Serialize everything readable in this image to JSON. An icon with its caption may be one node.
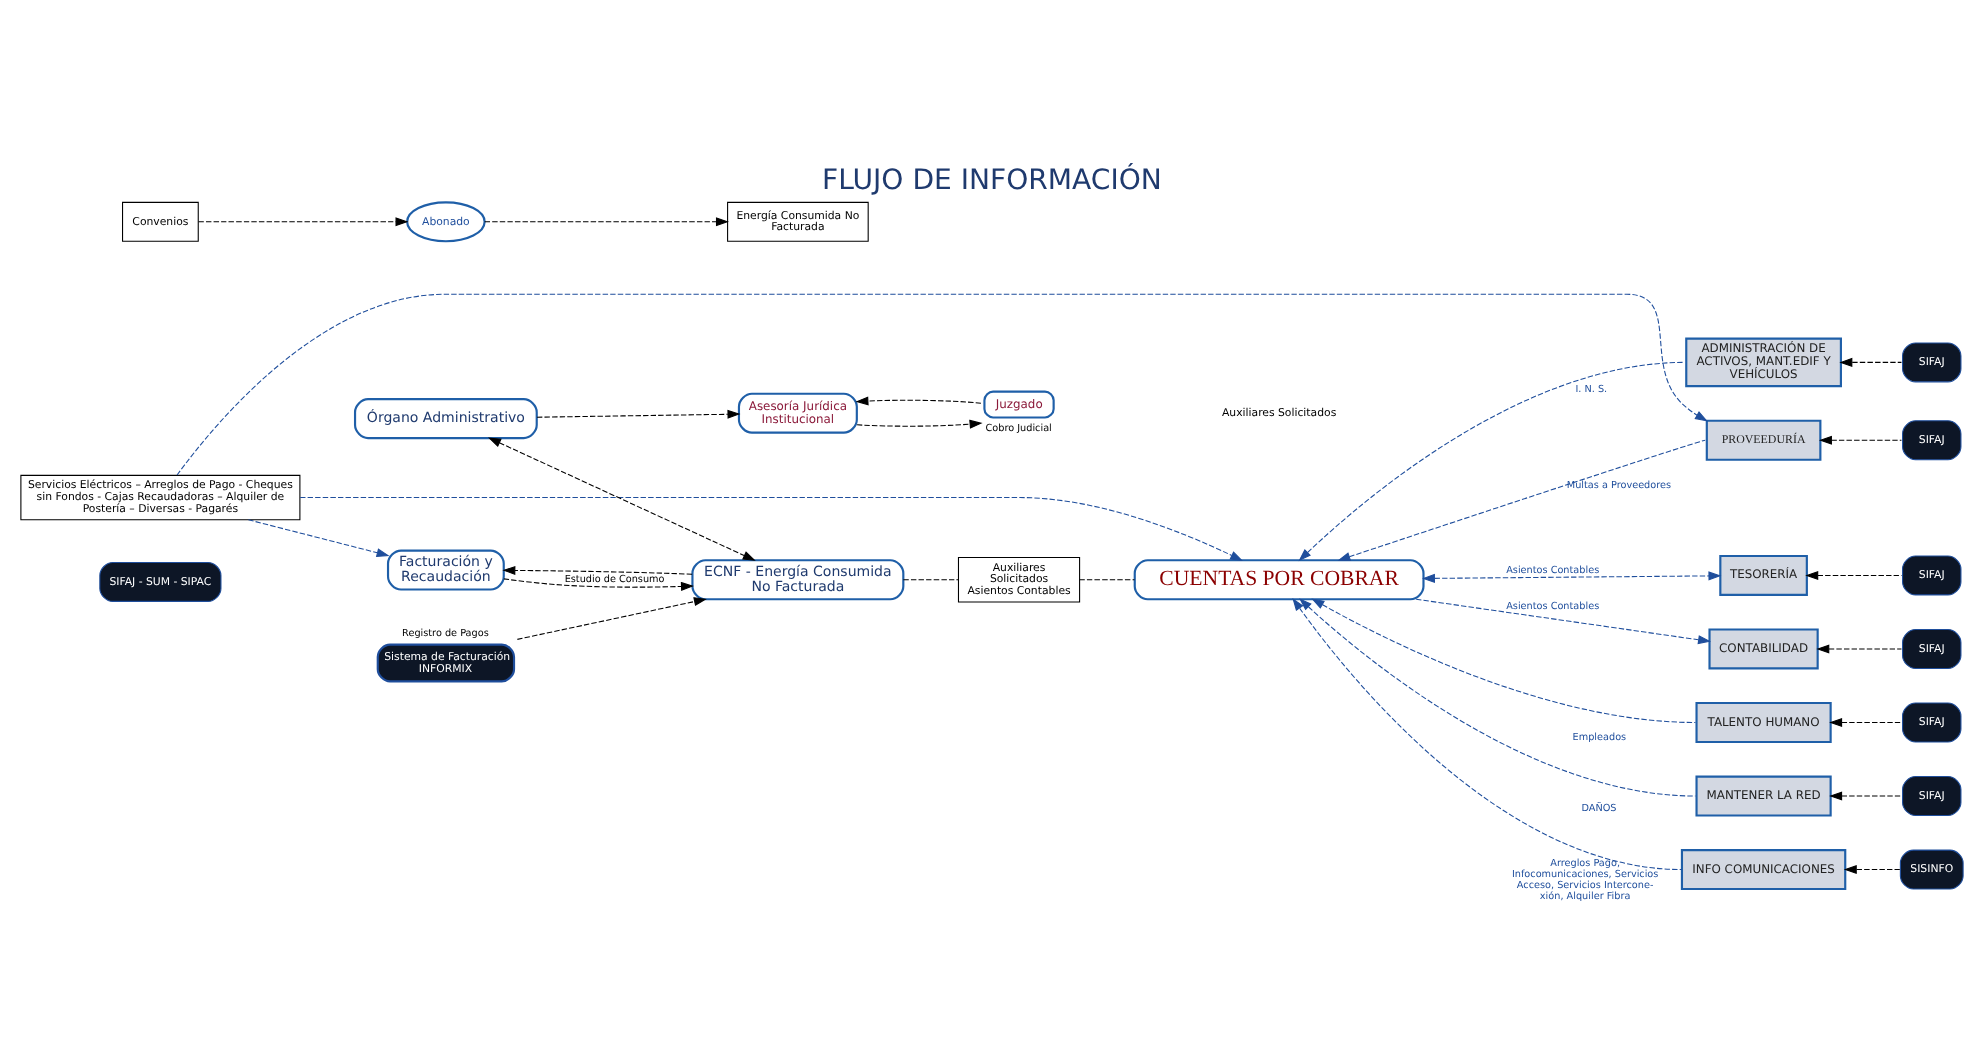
{
  "diagram": {
    "title": "FLUJO DE INFORMACIÓN",
    "nodes": [
      {
        "text": [
          "SIFAJ - SUM - SIPAC"
        ]
      },
      {
        "text": [
          "Facturación y Recaudación"
        ]
      },
      {
        "text": [
          "Servicios Eléctricos – Arreglos de Pago - Cheques sin Fondos - Cajas Recaudadoras – Alquiler de Postería – Diversas - Pagarés"
        ]
      },
      {
        "text": [
          "Sistema de Facturación INFORMIX"
        ],
        "beside": [
          "Registro de Pagos"
        ]
      },
      {
        "text": [
          "Órgano Administrativo"
        ]
      },
      {
        "text": [
          "ECNF - Energía Consumida No Facturada"
        ]
      },
      {
        "text": [
          "Auxiliares Solicitados Asientos Contables"
        ]
      },
      {
        "text": [
          "Energía Consumida No Facturada"
        ]
      },
      {
        "text": [
          "CUENTAS POR COBRAR"
        ]
      },
      {
        "text": [
          "Asesoría Jurídica Institucional"
        ]
      },
      {
        "text": [
          "Juzgado"
        ],
        "beside": [
          "Cobro Judicial"
        ]
      },
      {
        "text": [
          "Convenios"
        ]
      },
      {
        "text": [
          "Abonado"
        ]
      },
      {
        "text": [
          "PROVEEDURÍA"
        ]
      },
      {
        "text": [
          "SIFAJ"
        ]
      },
      {
        "text": [
          "TESORERÍA"
        ]
      },
      {
        "text": [
          "SIFAJ"
        ]
      },
      {
        "text": [
          "CONTABILIDAD"
        ]
      },
      {
        "text": [
          "SIFAJ"
        ]
      },
      {
        "text": [
          "TALENTO HUMANO"
        ]
      },
      {
        "text": [
          "SIFAJ"
        ]
      },
      {
        "text": [
          "MANTENER LA RED"
        ]
      },
      {
        "text": [
          "SIFAJ"
        ]
      },
      {
        "text": [
          "INFO COMUNICACIONES"
        ]
      },
      {
        "text": [
          "SISINFO"
        ]
      },
      {
        "text": [
          "ADMINISTRACIÓN DE ACTIVOS, MANT.EDIF Y VEHÍCULOS"
        ]
      },
      {
        "text": [
          "SIFAJ"
        ]
      }
    ],
    "edges": [
      {
        "from": 5,
        "to": 1,
        "arrow": "to",
        "style": "dashed"
      },
      {
        "from": 1,
        "to": 5,
        "arrow": "to",
        "style": "dashed",
        "label": "Estudio de Consumo"
      },
      {
        "from": 2,
        "to": 1,
        "arrow": "to",
        "style": "dashed",
        "color": "#1f4e9c"
      },
      {
        "from": 2,
        "to": 8,
        "arrow": "to",
        "style": "dashed",
        "color": "#1f4e9c"
      },
      {
        "from": 2,
        "to": 13,
        "arrow": "to",
        "style": "dashed",
        "color": "#1f4e9c"
      },
      {
        "from": 3,
        "to": 5,
        "arrow": "to",
        "style": "dashed"
      },
      {
        "from": 4,
        "to": 5,
        "arrow": "both",
        "style": "dashed"
      },
      {
        "from": 4,
        "to": 9,
        "arrow": "to",
        "style": "dashed"
      },
      {
        "from": 9,
        "to": 10,
        "arrow": "to",
        "style": "dashed"
      },
      {
        "from": 10,
        "to": 9,
        "arrow": "to",
        "style": "dashed"
      },
      {
        "from": 5,
        "to": 6,
        "arrow": "none",
        "style": "dashed"
      },
      {
        "from": 6,
        "to": 8,
        "arrow": "none",
        "style": "dashed"
      },
      {
        "from": 11,
        "to": 12,
        "arrow": "to",
        "style": "dashed"
      },
      {
        "from": 12,
        "to": 7,
        "arrow": "to",
        "style": "dashed"
      },
      {
        "from": 13,
        "to": 8,
        "arrow": "to",
        "style": "dashed",
        "color": "#1f4e9c",
        "label": "Multas a Proveedores"
      },
      {
        "from": 8,
        "to": 15,
        "arrow": "both",
        "style": "dashed",
        "color": "#1f4e9c",
        "label": "Asientos Contables"
      },
      {
        "from": 8,
        "to": 17,
        "arrow": "to",
        "style": "dashed",
        "color": "#1f4e9c",
        "label": "Asientos Contables"
      },
      {
        "from": 19,
        "to": 8,
        "arrow": "to",
        "style": "dashed",
        "color": "#1f4e9c",
        "label": "Empleados"
      },
      {
        "from": 21,
        "to": 8,
        "arrow": "to",
        "style": "dashed",
        "color": "#1f4e9c",
        "label": "DAÑOS"
      },
      {
        "from": 23,
        "to": 8,
        "arrow": "to",
        "style": "dashed",
        "color": "#1f4e9c",
        "label": "Arreglos Pago, Infocomunicaciones, Servicios Acceso, Servicios Intercone-xión, Alquiler Fibra"
      },
      {
        "from": 25,
        "to": 8,
        "arrow": "to",
        "style": "dashed",
        "color": "#1f4e9c",
        "label": "I. N. S."
      },
      {
        "from": 14,
        "to": 13,
        "arrow": "to",
        "style": "dashed"
      },
      {
        "from": 16,
        "to": 15,
        "arrow": "to",
        "style": "dashed"
      },
      {
        "from": 18,
        "to": 17,
        "arrow": "to",
        "style": "dashed"
      },
      {
        "from": 20,
        "to": 19,
        "arrow": "to",
        "style": "dashed"
      },
      {
        "from": 22,
        "to": 21,
        "arrow": "to",
        "style": "dashed"
      },
      {
        "from": 24,
        "to": 23,
        "arrow": "to",
        "style": "dashed"
      },
      {
        "from": 26,
        "to": 25,
        "arrow": "to",
        "style": "dashed"
      }
    ],
    "labels": [
      "Auxiliares Solicitados"
    ]
  }
}
